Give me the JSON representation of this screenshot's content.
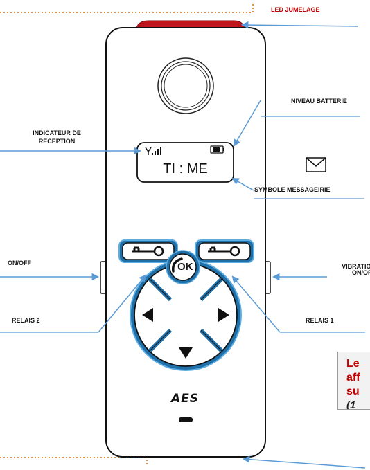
{
  "labels": {
    "led": "LED JUMELAGE",
    "battery": "NIVEAU BATTERIE",
    "reception_line1": "INDICATEUR DE",
    "reception_line2": "RECEPTION",
    "message": "SYMBOLE MESSAGEIRIE",
    "onoff": "ON/OFF",
    "vibration_line1": "VIBRATION",
    "vibration_line2": "ON/OFF",
    "relais2": "RELAIS 2",
    "relais1": "RELAIS 1"
  },
  "screen": {
    "text": "TI : ME"
  },
  "keypad": {
    "ok": "OK"
  },
  "brand": "AES",
  "note": {
    "line1": "Le",
    "line2": "aff",
    "line3": "su",
    "line4": "(1"
  },
  "colors": {
    "accent_blue": "#5b9bd5",
    "button_blue": "#2e86c1",
    "led_red": "#c0161c",
    "label_red": "#c00000",
    "dotted_orange": "#e69138"
  }
}
